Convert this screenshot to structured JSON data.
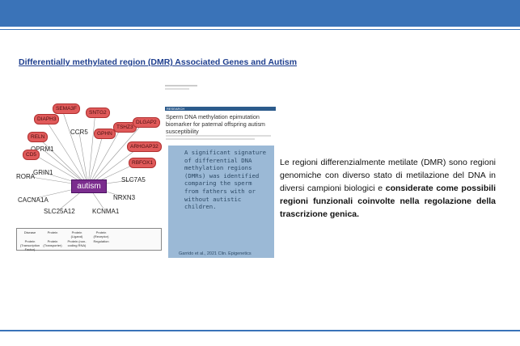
{
  "slide": {
    "title": "Differentially methylated region (DMR) Associated Genes and Autism",
    "description": {
      "part1": "Le regioni differenzialmente metilate (DMR) sono regioni genomiche con diverso stato di metilazione del DNA in diversi campioni biologici e ",
      "part2_bold": "considerate come possibili regioni funzionali coinvolte nella regolazione della trascrizione genica."
    }
  },
  "network": {
    "hub_label": "autism",
    "nodes": [
      "SEMA3F",
      "SNTG2",
      "DIAPH3",
      "CCR5",
      "GPHN",
      "TSHZ3",
      "DLGAP2",
      "RELN",
      "OPRM1",
      "ARHGAP32",
      "CD5",
      "RBFOX1",
      "GRIN1",
      "SLC7A5",
      "RORA",
      "NRXN3",
      "CACNA1A",
      "SLC25A12",
      "KCNMA1"
    ],
    "legend": [
      "Disease",
      "Protein",
      "Protein (Ligand)",
      "Protein (Receptor)",
      "Protein (Transcription Factor)",
      "Protein (Transporter)",
      "Protein (non-coding RNA)",
      "Regulation"
    ]
  },
  "paper": {
    "section": "RESEARCH",
    "title": "Sperm DNA methylation epimutation biomarker for paternal offspring autism susceptibility",
    "summary": "A significant signature of differential DNA methylation regions (DMRs) was identified comparing the sperm from fathers with or without autistic children.",
    "citation": "Garrido et al., 2021 Clin. Epigenetics"
  },
  "colors": {
    "accent": "#3a73b8",
    "node": "#e05a5a",
    "hub": "#7b2d8e",
    "paper_box": "#9bb9d6"
  }
}
